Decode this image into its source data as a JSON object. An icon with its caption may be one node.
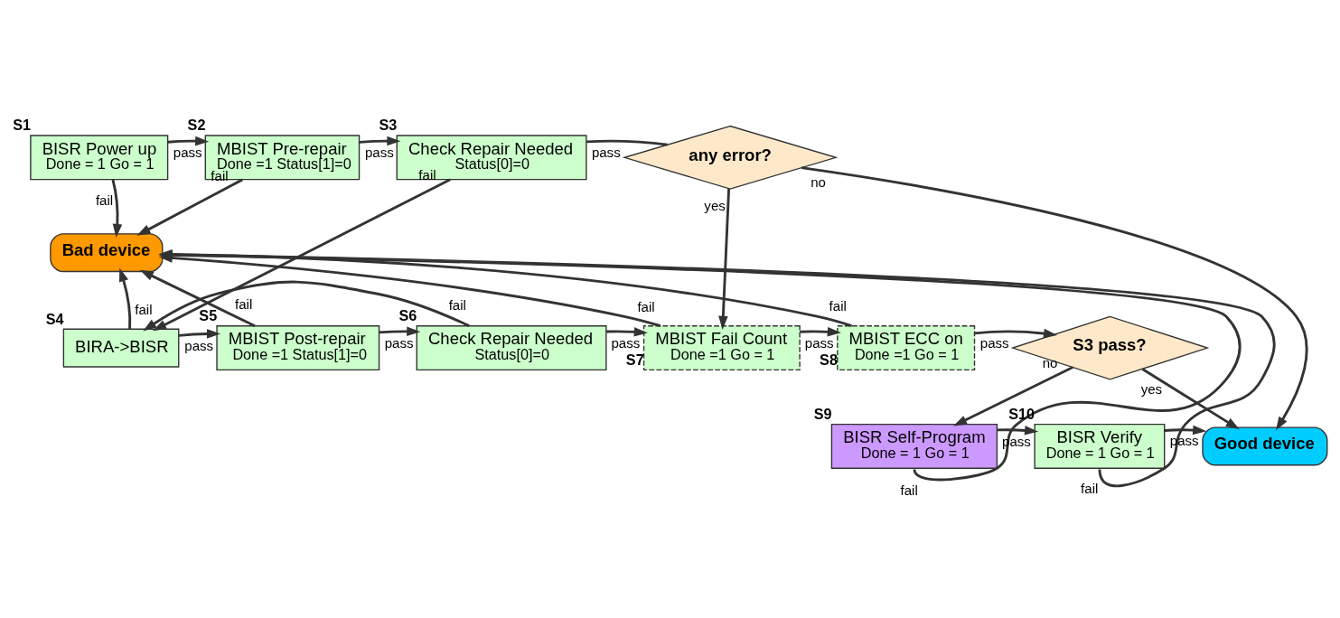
{
  "diagram": {
    "nodes": [
      {
        "text": [
          "BISR Power up",
          "Done = 1 Go = 1"
        ],
        "beside": [
          "S1"
        ]
      },
      {
        "text": [
          "MBIST Pre-repair",
          "Done =1 Status[1]=0"
        ],
        "beside": [
          "S2"
        ]
      },
      {
        "text": [
          "Check Repair Needed",
          "Status[0]=0"
        ],
        "beside": [
          "S3"
        ]
      },
      {
        "text": [
          "any error?"
        ]
      },
      {
        "text": [
          "Bad device"
        ]
      },
      {
        "text": [
          "BIRA->BISR"
        ],
        "beside": [
          "S4"
        ]
      },
      {
        "text": [
          "MBIST Post-repair",
          "Done =1 Status[1]=0"
        ],
        "beside": [
          "S5"
        ]
      },
      {
        "text": [
          "Check Repair Needed",
          "Status[0]=0"
        ],
        "beside": [
          "S6"
        ]
      },
      {
        "text": [
          "MBIST Fail Count",
          "Done =1 Go = 1"
        ],
        "beside": [
          "S7"
        ]
      },
      {
        "text": [
          "MBIST ECC on",
          "Done =1 Go = 1"
        ],
        "beside": [
          "S8"
        ]
      },
      {
        "text": [
          "S3 pass?"
        ]
      },
      {
        "text": [
          "BISR Self-Program",
          "Done = 1 Go = 1"
        ],
        "beside": [
          "S9"
        ]
      },
      {
        "text": [
          "BISR Verify",
          "Done = 1 Go = 1"
        ],
        "beside": [
          "S10"
        ]
      },
      {
        "text": [
          "Good device"
        ]
      }
    ],
    "edges": [
      {
        "from": 0,
        "to": 1,
        "arrow": "to",
        "label": "pass"
      },
      {
        "from": 1,
        "to": 2,
        "arrow": "to",
        "label": "pass"
      },
      {
        "from": 2,
        "to": 3,
        "arrow": "none",
        "label": "pass"
      },
      {
        "from": 3,
        "to": 13,
        "arrow": "to",
        "label": "no"
      },
      {
        "from": 3,
        "to": 8,
        "arrow": "to",
        "label": "yes"
      },
      {
        "from": 0,
        "to": 4,
        "arrow": "to",
        "label": "fail"
      },
      {
        "from": 1,
        "to": 4,
        "arrow": "to",
        "label": "fail"
      },
      {
        "from": 2,
        "to": 5,
        "arrow": "to",
        "label": "fail"
      },
      {
        "from": 5,
        "to": 6,
        "arrow": "to",
        "label": "pass"
      },
      {
        "from": 6,
        "to": 7,
        "arrow": "to",
        "label": "pass"
      },
      {
        "from": 7,
        "to": 5,
        "arrow": "to",
        "label": "fail"
      },
      {
        "from": 7,
        "to": 8,
        "arrow": "to",
        "label": "pass"
      },
      {
        "from": 8,
        "to": 9,
        "arrow": "to",
        "label": "pass"
      },
      {
        "from": 9,
        "to": 10,
        "arrow": "to",
        "label": "pass"
      },
      {
        "from": 10,
        "to": 11,
        "arrow": "to",
        "label": "no"
      },
      {
        "from": 10,
        "to": 13,
        "arrow": "to",
        "label": "yes"
      },
      {
        "from": 11,
        "to": 12,
        "arrow": "to",
        "label": "pass"
      },
      {
        "from": 12,
        "to": 13,
        "arrow": "to",
        "label": "pass"
      },
      {
        "from": 5,
        "to": 4,
        "arrow": "to",
        "label": "fail"
      },
      {
        "from": 6,
        "to": 4,
        "arrow": "to",
        "label": "fail"
      },
      {
        "from": 8,
        "to": 4,
        "arrow": "to",
        "label": "fail"
      },
      {
        "from": 9,
        "to": 4,
        "arrow": "to",
        "label": "fail"
      },
      {
        "from": 11,
        "to": 4,
        "arrow": "to",
        "label": "fail"
      },
      {
        "from": 12,
        "to": 4,
        "arrow": "to",
        "label": "fail"
      }
    ]
  }
}
